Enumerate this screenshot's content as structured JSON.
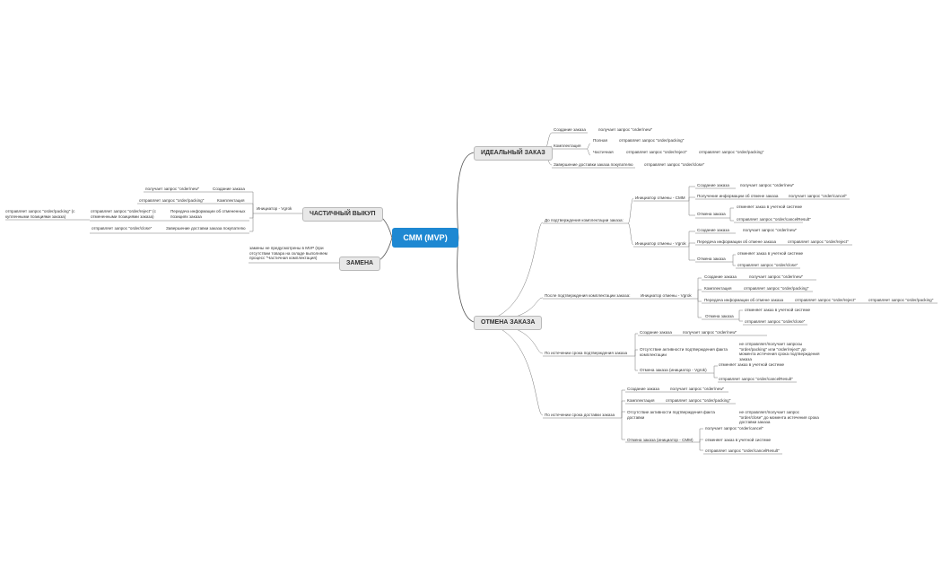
{
  "central": "СММ (MVP)",
  "ideal": {
    "title": "ИДЕАЛЬНЫЙ ЗАКАЗ",
    "create": "Создание заказа",
    "create_req": "получает запрос \"order/new\"",
    "packing": "Комплектация",
    "full": "Полная",
    "full_req": "отправляет запрос \"order/packing\"",
    "partial": "Частичная",
    "partial_req1": "отправляет запрос \"order/reject\"",
    "partial_req2": "отправляет запрос \"order/packing\"",
    "finish": "Завершение доставки заказа покупателю",
    "finish_req": "отправляет запрос \"order/close\""
  },
  "cancel": {
    "title": "ОТМЕНА ЗАКАЗА",
    "before": {
      "label": "До подтверждения комплектации заказа:",
      "smm": {
        "label": "Инициатор отмены - СММ",
        "create": "Создание заказа",
        "create_req": "получает запрос \"order/new\"",
        "info": "Получение информации об отмене заказа",
        "info_req": "получает запрос \"order/cancel\"",
        "cancel": "Отмена заказа",
        "cancel_a": "отменяет заказ в учетной системе",
        "cancel_b": "отправляет запрос \"order/cancelResult\""
      },
      "vgrok": {
        "label": "Инициатор отмены - Vgrok",
        "create": "Создание заказа",
        "create_req": "получает запрос \"order/new\"",
        "info": "Передача информации об отмене заказа",
        "info_req": "отправляет запрос \"order/reject\"",
        "cancel": "Отмена заказа",
        "cancel_a": "отменяет заказ в учетной системе",
        "cancel_b": "отправляет запрос \"order/close\""
      }
    },
    "after": {
      "label": "После подтверждения комплектации заказа:",
      "init": "Инициатор отмены - Vgrok",
      "create": "Создание заказа",
      "create_req": "получает запрос \"order/new\"",
      "packing": "Комплектация",
      "packing_req": "отправляет запрос \"order/packing\"",
      "info": "Передача информации об отмене заказа",
      "info_req1": "отправляет запрос \"order/reject\"",
      "info_req2": "отправляет запрос \"order/packing\"",
      "cancel": "Отмена заказа",
      "cancel_a": "отменяет заказ в учетной системе",
      "cancel_b": "отправляет запрос \"order/close\""
    },
    "confirm_expired": {
      "label": "По истечении срока подтверждения заказа",
      "create": "Создание заказа",
      "create_req": "получает запрос \"order/new\"",
      "absence": "Отсутствие активности подтверждения факта комплектации",
      "absence_note": "не отправляет/получает запросы \"order/packing\" или \"order/reject\" до момента истечения срока подтверждения заказа",
      "cancel": "Отмена заказа (инициатор - Vgrok)",
      "cancel_a": "отменяет заказ в учетной системе",
      "cancel_b": "отправляет запрос \"order/cancelResult\""
    },
    "delivery_expired": {
      "label": "По истечении срока доставки заказа",
      "create": "Создание заказа",
      "create_req": "получает запрос \"order/new\"",
      "packing": "Комплектация",
      "packing_req": "отправляет запрос \"order/packing\"",
      "absence": "Отсутствие активности подтверждения факта доставки",
      "absence_note": "не отправляет/получает запрос \"order/close\" до момента истечения срока доставки заказа",
      "cancel": "Отмена заказа (инициатор - СММ)",
      "cancel_a": "получает запрос \"order/cancel\"",
      "cancel_b": "отменяет заказ в учетной системе",
      "cancel_c": "отправляет запрос \"order/cancelResult\""
    }
  },
  "partial": {
    "title": "ЧАСТИЧНЫЙ ВЫКУП",
    "init": "Инициатор - Vgrok",
    "create": "Создание заказа",
    "create_req": "получает запрос \"order/new\"",
    "packing": "Комплектация",
    "packing_req": "отправляет запрос \"order/packing\"",
    "transfer": "Передача информации об отмененных позициях заказа",
    "transfer_req": "отправляет запрос \"order/reject\" (с отмененными позициями заказа)",
    "transfer_req2": "отправляет запрос \"order/packing\" (с купленными позициями заказа)",
    "finish": "Завершение доставки заказа покупателю",
    "finish_req": "отправляет запрос \"order/close\""
  },
  "replace": {
    "title": "ЗАМЕНА",
    "note": "замены не предусмотрены в MVP (при отсутствии товара на складе выполняем процесс \"Частичная комплектация)"
  },
  "colors": {
    "central": "#1e88d2",
    "line": "#555555"
  }
}
